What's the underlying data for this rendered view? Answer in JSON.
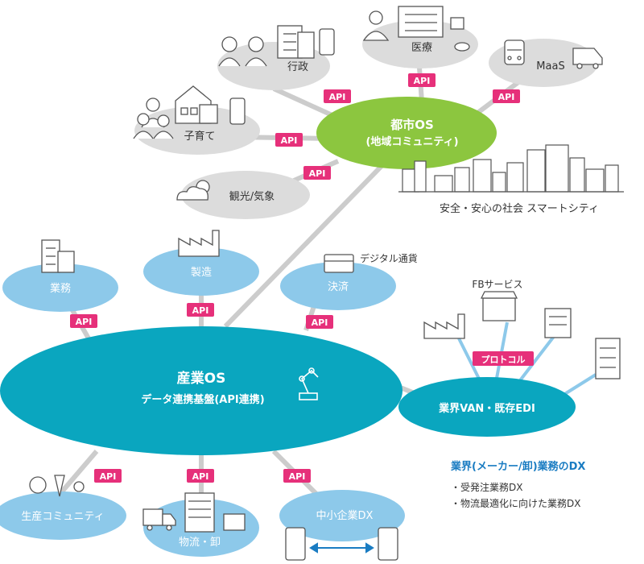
{
  "colors": {
    "api_pink": "#e6307a",
    "green": "#8cc63f",
    "teal": "#0aa6bf",
    "light_blue": "#8dc9ea",
    "gray": "#dcdcdc",
    "line_gray": "#cccccc",
    "arrow_blue": "#1a7cc2",
    "dx_blue": "#1a7cc2"
  },
  "city_os": {
    "title": "都市OS",
    "subtitle": "(地域コミュニティ)"
  },
  "industry_os": {
    "title": "産業OS",
    "subtitle": "データ連携基盤(API連携)"
  },
  "city_nodes": {
    "gyosei": "行政",
    "iryo": "医療",
    "maas": "MaaS",
    "kosodate": "子育て",
    "kanko": "観光/気象"
  },
  "smart_city_caption": "安全・安心の社会 スマートシティ",
  "industry_nodes": {
    "gyomu": "業務",
    "seizo": "製造",
    "kessai": "決済",
    "seisan": "生産コミュニティ",
    "butsuryu": "物流・卸",
    "chusho": "中小企業DX"
  },
  "van": {
    "label": "業界VAN・既存EDI",
    "protocol": "プロトコル",
    "fb_service": "FBサービス"
  },
  "digital_currency": "デジタル通貨",
  "api_label": "API",
  "dx": {
    "title": "業界(メーカー/卸)業務のDX",
    "items": [
      "・受発注業務DX",
      "・物流最適化に向けた業務DX"
    ]
  },
  "icons": [
    "elderly-couple-icon",
    "building-icon",
    "tablet-icon",
    "doctor-icon",
    "hospital-icon",
    "pills-icon",
    "train-icon",
    "van-icon",
    "family-icon",
    "house-icon",
    "sun-cloud-icon",
    "city-skyline-icon",
    "office-building-icon",
    "factory-icon",
    "card-terminal-icon",
    "robot-arm-icon",
    "shop-icon",
    "vegetables-icon",
    "truck-icon",
    "warehouse-icon",
    "box-icon",
    "smartphone-icon",
    "double-arrow-icon"
  ]
}
